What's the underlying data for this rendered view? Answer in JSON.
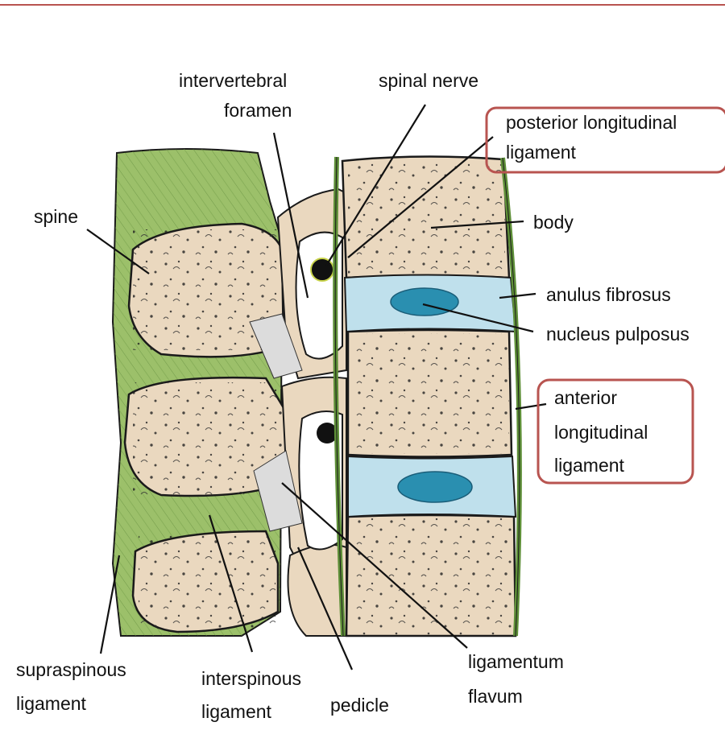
{
  "diagram": {
    "labels": {
      "intervertebral_foramen": [
        "intervertebral",
        "foramen"
      ],
      "spinal_nerve": "spinal nerve",
      "posterior_longitudinal_ligament": [
        "posterior longitudinal",
        "ligament"
      ],
      "spine": "spine",
      "body": "body",
      "anulus_fibrosus": "anulus fibrosus",
      "nucleus_pulposus": "nucleus pulposus",
      "anterior_longitudinal_ligament": [
        "anterior",
        "longitudinal",
        "ligament"
      ],
      "supraspinous_ligament": [
        "supraspinous",
        "ligament"
      ],
      "interspinous_ligament": [
        "interspinous",
        "ligament"
      ],
      "pedicle": "pedicle",
      "ligamentum_flavum": [
        "ligamentum",
        "flavum"
      ]
    },
    "highlighted": [
      "posterior_longitudinal_ligament",
      "anterior_longitudinal_ligament"
    ],
    "colors": {
      "rule": "#b85450",
      "highlight_box": "#b85450",
      "ligament_green": "#9cc06a",
      "bone": "#ead8bf",
      "disc": "#bfe0ec",
      "nucleus": "#2a8fb0",
      "outline": "#1a1a1a"
    }
  }
}
